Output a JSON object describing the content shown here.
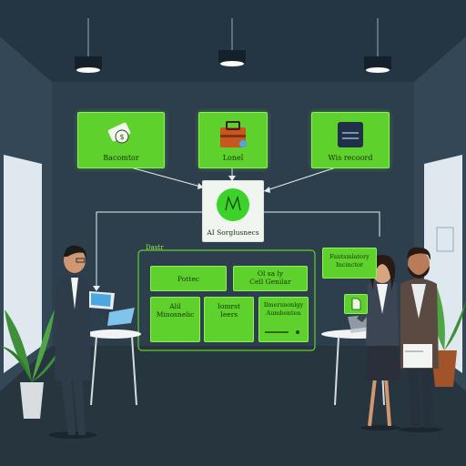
{
  "top_cards": [
    {
      "label": "Bacomtor"
    },
    {
      "label": "Lonel"
    },
    {
      "label": "Wis recoord"
    }
  ],
  "center_card": {
    "label": "AI Sorglusnecs"
  },
  "hub_label": "Dastr",
  "panels": {
    "row1_left": "Pottec",
    "row1_right_l1": "Ol sa ly",
    "row1_right_l2": "Cell Genilar",
    "row2_left_l1": "Alil",
    "row2_left_l2": "Minosnelic",
    "row2_mid_l1": "Iomrst",
    "row2_mid_l2": "Ieers",
    "row2_right_l1": "Ilmersnonlgy",
    "row2_right_l2": "Aumbonten"
  },
  "speech_bubble": {
    "line1": "Fantsmlatory",
    "line2": "Incinctor"
  },
  "colors": {
    "accent": "#5fd12c",
    "wall": "#2a3b49",
    "floor": "#27353f"
  },
  "icons": [
    "money-icon",
    "briefcase-icon",
    "server-icon",
    "ai-logo-icon",
    "document-icon"
  ]
}
